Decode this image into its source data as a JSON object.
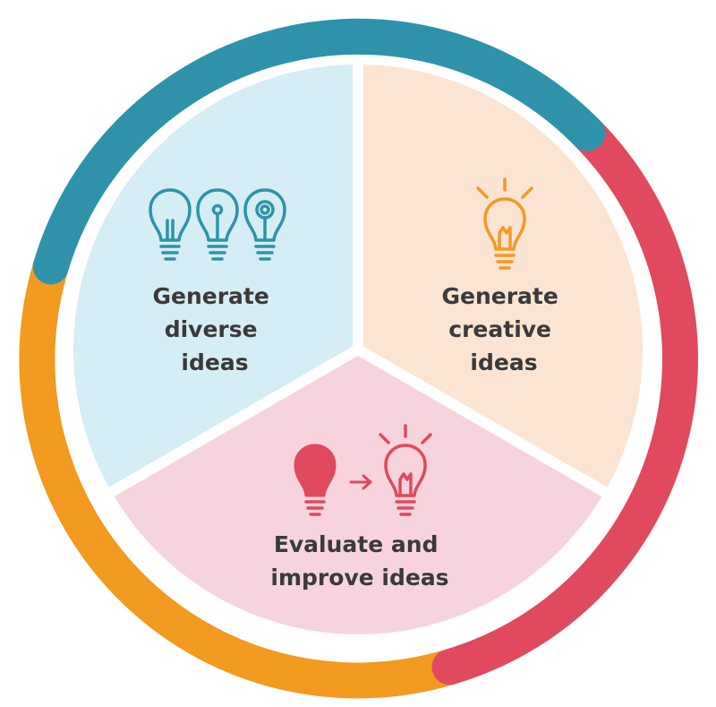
{
  "segments": {
    "diverse": {
      "lines": [
        "Generate",
        "diverse",
        "ideas"
      ],
      "fill": "#d5edf5",
      "arc_color": "#2e93aa",
      "icon": "three-lightbulbs-icon"
    },
    "creative": {
      "lines": [
        "Generate",
        "creative",
        "ideas"
      ],
      "fill": "#fbe4d2",
      "arc_color": "#e1495e",
      "icon": "lit-lightbulb-icon"
    },
    "evaluate": {
      "lines": [
        "Evaluate and",
        "improve ideas"
      ],
      "fill": "#f7d4dd",
      "arc_color": "#f39a21",
      "icon": "bulb-to-lit-bulb-icon"
    }
  },
  "colors": {
    "text": "#3a3a3a",
    "teal": "#2e93aa",
    "orange": "#f39a21",
    "red": "#e1495e",
    "divider": "#ffffff"
  }
}
